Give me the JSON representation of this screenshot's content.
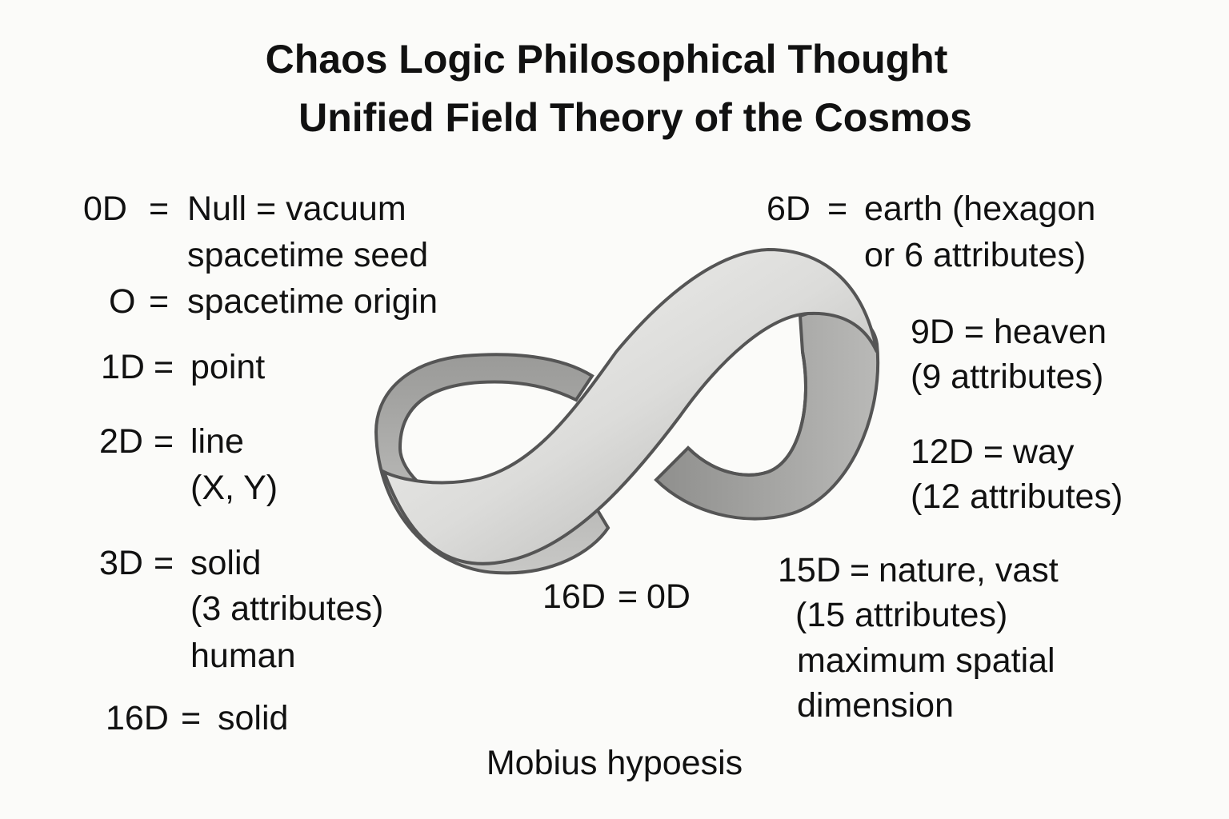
{
  "title": {
    "line1": "Chaos Logic Philosophical Thought",
    "line2": "Unified Field Theory of the Cosmos"
  },
  "left": {
    "d0": {
      "label": "0D",
      "eq": "=",
      "text": "Null = vacuum",
      "line2": "spacetime seed"
    },
    "o": {
      "label": "O",
      "eq": "=",
      "text": "spacetime origin"
    },
    "d1": {
      "label": "1D",
      "eq": "=",
      "text": "point"
    },
    "d2": {
      "label": "2D",
      "eq": "=",
      "text": "line",
      "line2": "(X, Y)"
    },
    "d3": {
      "label": "3D",
      "eq": "=",
      "text": "solid",
      "line2": "(3 attributes)",
      "line3": "human"
    },
    "d16": {
      "label": "16D",
      "eq": "=",
      "text": "solid"
    }
  },
  "center": {
    "d16eq": {
      "label": "16D",
      "eq": "=",
      "text": "0D"
    }
  },
  "right": {
    "d6": {
      "label": "6D",
      "eq": "=",
      "text": "earth (hexagon",
      "line2": "or 6 attributes)"
    },
    "d9": {
      "label": "9D = heaven",
      "line2": "(9 attributes)"
    },
    "d12": {
      "label": "12D = way",
      "line2": "(12 attributes)"
    },
    "d15": {
      "label": "15D",
      "eq": "=",
      "text": "nature, vast",
      "line2": "(15 attributes)",
      "line3": "maximum spatial",
      "line4": "dimension"
    }
  },
  "caption": "Mobius hypoesis",
  "colors": {
    "background": "#fbfbf9",
    "text": "#111111",
    "band_light": "#e6e6e4",
    "band_dark": "#7d7d7d",
    "outline": "#555555"
  }
}
